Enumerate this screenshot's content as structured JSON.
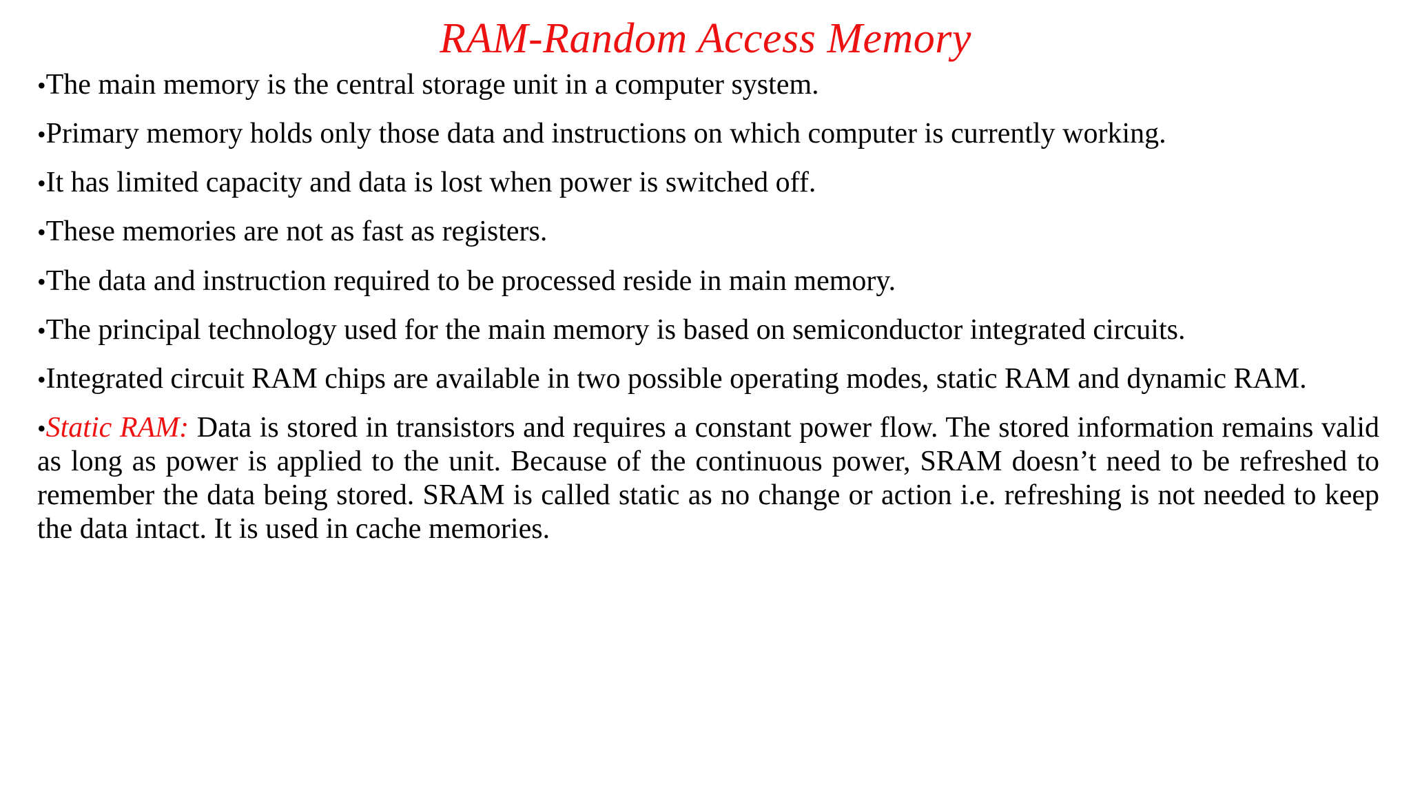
{
  "slide": {
    "title": "RAM-Random Access Memory",
    "title_color": "#ee1111",
    "body_color": "#000000",
    "background_color": "#ffffff",
    "bullet_glyph": "•",
    "bullets": [
      {
        "id": "main-memory-central-storage",
        "text": "The main memory is the central storage unit in a computer system."
      },
      {
        "id": "primary-memory-holds-data",
        "text": "Primary memory holds only those data and instructions on which computer is currently working."
      },
      {
        "id": "limited-capacity-volatile",
        "text": "It has limited capacity and data is lost when power is switched off."
      },
      {
        "id": "not-as-fast-as-registers",
        "text": "These memories are not as fast as registers."
      },
      {
        "id": "data-instruction-reside-main-memory",
        "text": "The data and instruction required to be processed reside in main memory."
      },
      {
        "id": "principal-technology-semiconductor",
        "text": "The principal technology used for the main memory is based on semiconductor integrated circuits."
      },
      {
        "id": "ic-ram-chips-two-modes",
        "text": "Integrated circuit RAM chips are available in two possible operating modes, static RAM and dynamic RAM."
      },
      {
        "id": "static-ram-definition",
        "lead": "Static RAM:",
        "lead_color": "#ee1111",
        "text": " Data is stored in transistors and requires a constant power flow. The stored information remains valid as long as power is applied to the unit. Because of the continuous power, SRAM doesn’t need to be refreshed to remember the data being stored. SRAM is called static as no change or action i.e. refreshing is not needed to keep the data intact. It is used in cache memories."
      }
    ]
  }
}
